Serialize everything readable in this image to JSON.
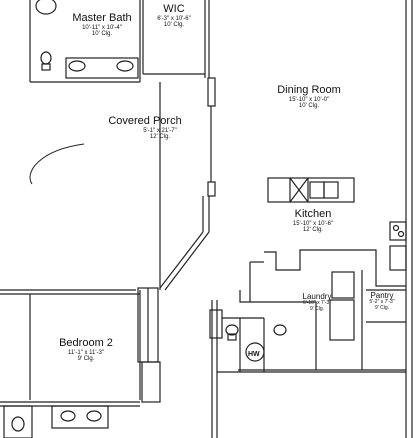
{
  "rooms": {
    "master_bath": {
      "name": "Master Bath",
      "size": "10'-11\" x 10'-4\"",
      "ceiling": "10' Clg."
    },
    "wic": {
      "name": "WIC",
      "size": "6'-3\" x 10'-6\"",
      "ceiling": "10' Clg."
    },
    "dining_room": {
      "name": "Dining Room",
      "size": "15'-10\" x 10'-0\"",
      "ceiling": "10' Clg."
    },
    "covered_porch": {
      "name": "Covered Porch",
      "size": "5'-1\" x 21'-7\"",
      "ceiling": "12' Clg."
    },
    "kitchen": {
      "name": "Kitchen",
      "size": "15'-10\" x 10'-6\"",
      "ceiling": "12' Clg."
    },
    "laundry": {
      "name": "Laundry",
      "size": "6'-10\" x 7'-3\"",
      "ceiling": "9' Clg."
    },
    "pantry": {
      "name": "Pantry",
      "size": "5'-2\" x 7'-3\"",
      "ceiling": "9' Clg."
    },
    "bedroom_2": {
      "name": "Bedroom 2",
      "size": "11'-1\" x 11'-3\"",
      "ceiling": "9' Clg."
    }
  },
  "symbols": {
    "water_heater": "HW"
  }
}
